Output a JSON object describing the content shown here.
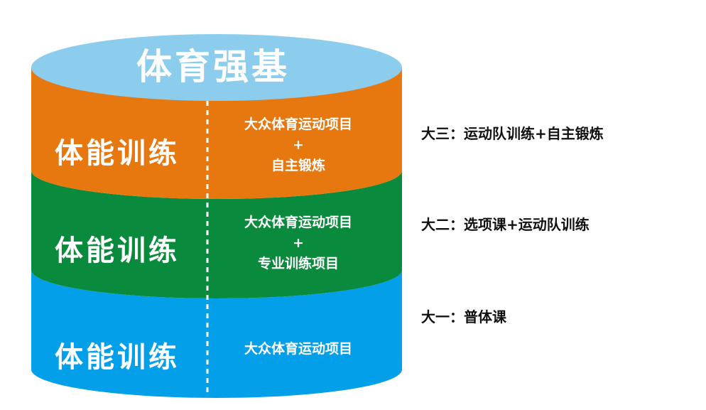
{
  "top_title": "体育强基",
  "layers": [
    {
      "left_label": "体能训练",
      "right_lines": [
        "大众体育运动项目",
        "+",
        "自主锻炼"
      ]
    },
    {
      "left_label": "体能训练",
      "right_lines": [
        "大众体育运动项目",
        "+",
        "专业训练项目"
      ]
    },
    {
      "left_label": "体能训练",
      "right_lines": [
        "大众体育运动项目"
      ]
    }
  ],
  "notes": [
    "大三：运动队训练+自主锻炼",
    "大二：选项课+运动队训练",
    "大一：普体课"
  ],
  "colors": {
    "top": "#8ccdee",
    "orange": "#e6780f",
    "green": "#0a8a3c",
    "blue": "#039fe8",
    "divider": "#ffffff"
  }
}
